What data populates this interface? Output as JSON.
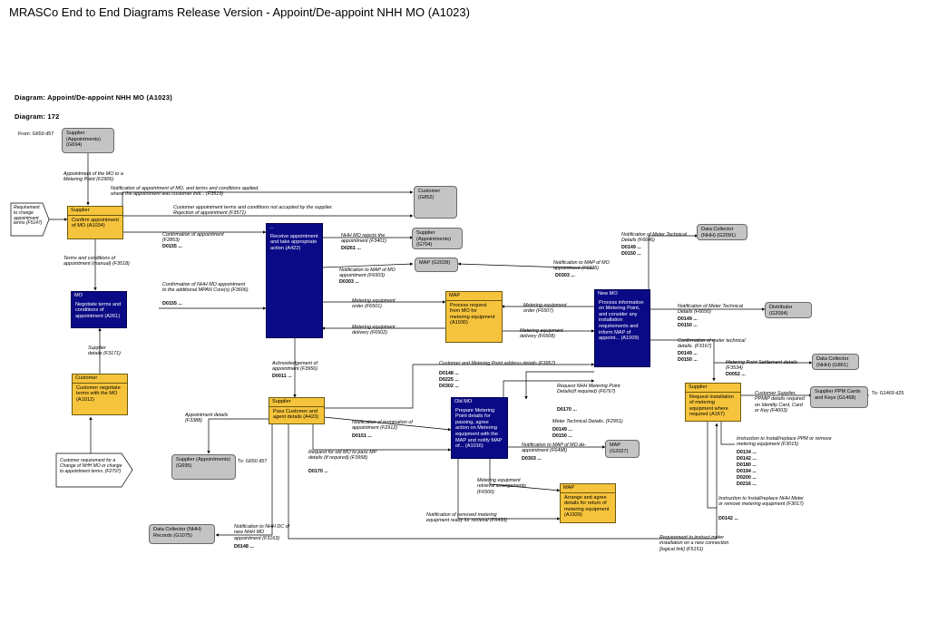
{
  "page_title": "MRASCo End to End Diagrams Release Version - Appoint/De-appoint NHH MO (A1023)",
  "diagram_name": "Diagram: Appoint/De-appoint NHH MO (A1023)",
  "diagram_number": "Diagram: 172",
  "external_boxes": {
    "g694": "Supplier (Appointments) (G694)",
    "g852": "Customer (G852)",
    "g704": "Supplier (Appointments) (G704)",
    "g2028": "MAP (G2028)",
    "g2091": "Data Collector (NHH) (G2091)",
    "g2094": "Distributor (G2094)",
    "g861": "Data Collector (NHH) (G861)",
    "g1468": "Supplier PPM Cards and Keys (G1468)",
    "g2027": "MAP (G2027)",
    "g695": "Supplier (Appointments) (G695)",
    "g1075": "Data Collector (NHH) Records (G1075)"
  },
  "activities": {
    "a1034": {
      "role": "Supplier",
      "text": "Confirm appointment of MO (A1034)"
    },
    "a261": {
      "role": "MO",
      "text": "Negotiate terms and conditions of appointment (A261)"
    },
    "a1012": {
      "role": "Customer",
      "text": "Customer negotiate terms with the MO (A1012)"
    },
    "a422": {
      "role": "...",
      "text": "Receive appointment and take appropriate action (A422)"
    },
    "a423": {
      "role": "Supplier",
      "text": "Pass Customer and agent details (A423)"
    },
    "a1930": {
      "role": "MAP",
      "text": "Process request from MO for metering equipment (A1930)"
    },
    "a1009": {
      "role": "New MO",
      "text": "Process information on Metering Point, and consider any installation requirements and inform MAP of appoint... (A1009)"
    },
    "a1016": {
      "role": "Old MO",
      "text": "Prepare Metering Point details for passing, agree action on Metering equipment with the MAP and notify MAP of... (A1016)"
    },
    "a1929": {
      "role": "MAP",
      "text": "Arrange and agree details for return of metering equipment (A1929)"
    },
    "a167": {
      "role": "Supplier",
      "text": "Request installation of metering equipment where required (A167)"
    }
  },
  "triggers": {
    "f5147": "Requirement to change appointment terms (F5147)",
    "f2797": "Customer requirement for a Change of NHH MO or change to appointment terms. (F2797)"
  },
  "references": {
    "from_g650": "From: G650 d57",
    "to_g650": "To: G650 d57",
    "to_g1469": "To: G1469 d25"
  },
  "flows": {
    "f2906": "Appointment of the MO to a Metering Point (F2906)",
    "f3519": "Notification of appointment of MO, and terms and conditions applied, where the appointment was customer initi... (F3519)",
    "f3571": "Customer appointment terms and conditions not accepted by the supplier. Rejection of appointment (F3571)",
    "f2853": "Confirmation of appointment (F2853)",
    "f3518": "Terms and conditions of appointment (manual) (F3518)",
    "f3606": "Confirmation of NHH MO appointment to the additional MPAN Core(s) (F3606)",
    "f3171": "Supplier details (F3171)",
    "f3401": "NHH MO rejects the appointment (F3401)",
    "f6503": "Notification to MAP of MO appointment (F6503)",
    "f6501": "Metering equipment order (F6501)",
    "f6502": "Metering equipment delivery (F6502)",
    "f6506": "Notification to MAP of MO appointment (F6506)",
    "f6507": "Metering equipment order (F6507)",
    "f6508": "Metering equipment delivery (F6508)",
    "f6646": "Notification of Meter Technical Details (F6646)",
    "f6650": "Notification of Meter Technical Details (F6650)",
    "f3167": "Confirmation of meter technical details. (F3167)",
    "f3534": "Metering Point Settlement details (F3534)",
    "f3956": "Acknowledgement of appointment (F3956)",
    "f3957": "Customer and Metering Point address details (F3957)",
    "f6767": "Request NHH Metering Point Details(if required) (F6767)",
    "f2951": "Meter Technical Details. (F2951)",
    "f3388": "Appointment details (F3388)",
    "f2912": "Notification of termination of appointment (F2912)",
    "f3958": "Request for old MO to pass MP details (if required) (F3958)",
    "f6498": "Notification to MAP of MO de-appointment (F6498)",
    "f6500": "Metering equipment retrieval arrangements (F6500)",
    "f6499": "Notification of removed metering equipment ready for retrieval (F6499)",
    "f4003": "Customer Supplier, PPMIP details required on Identity Card, Card or Key (F4003)",
    "f3015": "Instruction to Install/replace PPM or remove metering equipment (F3015)",
    "f3017": "Instruction to Install/replace NHH Meter or remove metering equipment (F3017)",
    "f3163": "Notification to NHH DC of new NHH MO appointment (F3163)",
    "f5151": "Requirement to instruct meter installation on a new connection [logical link] (F5151)"
  },
  "codes": {
    "c2853": "D0155 ...",
    "c3606": "D0155 ...",
    "c3401": "D0261 ...",
    "c6503": "D0303 ...",
    "c6506": "D0303 ...",
    "c6646": [
      "D0149 ...",
      "D0150 ..."
    ],
    "c6650": [
      "D0149 ...",
      "D0150 ..."
    ],
    "c3167": [
      "D0149 ...",
      "D0150 ..."
    ],
    "c3534": "D0052 ...",
    "c3956": "D0011 ...",
    "c3957": [
      "D0148 ...",
      "D0225 ...",
      "D0302 ..."
    ],
    "c6767": "D0170 ...",
    "c2951": [
      "D0149 ...",
      "D0150 ..."
    ],
    "c2912": "D0151 ...",
    "c3958": "D0170 ...",
    "c6498": "D0303 ...",
    "c3015": [
      "D0134 ...",
      "D0142 ...",
      "D0180 ...",
      "D0194 ...",
      "D0200 ...",
      "D0216 ..."
    ],
    "c3017": "D0142 ...",
    "c3163": "D0148 ..."
  }
}
